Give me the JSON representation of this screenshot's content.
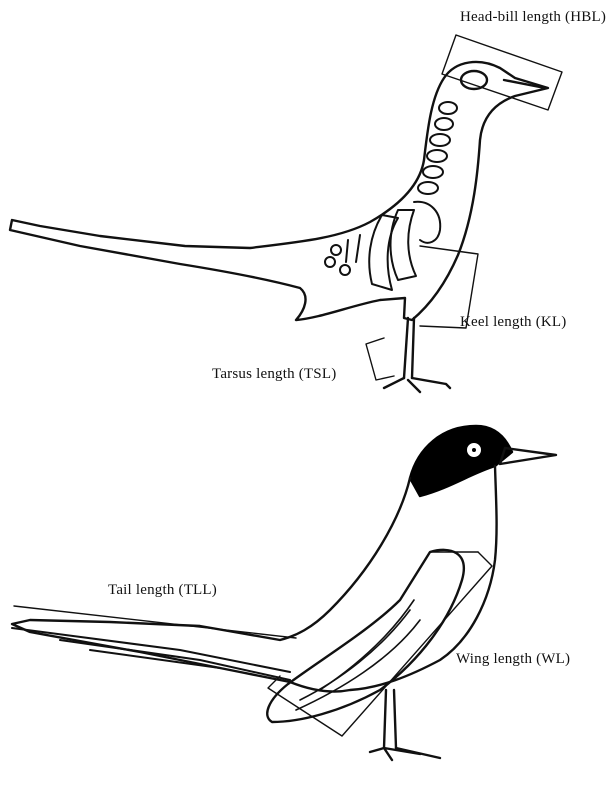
{
  "labels": {
    "head_bill_length": "Head-bill length (HBL)",
    "keel_length": "Keel length (KL)",
    "tarsus_length": "Tarsus length (TSL)",
    "tail_length": "Tail length (TLL)",
    "wing_length": "Wing length (WL)"
  },
  "figures": {
    "top": "skeleton-outline-bird",
    "bottom": "external-bird-black-cap"
  },
  "colors": {
    "ink": "#111111",
    "background": "#ffffff",
    "cap": "#000000"
  }
}
